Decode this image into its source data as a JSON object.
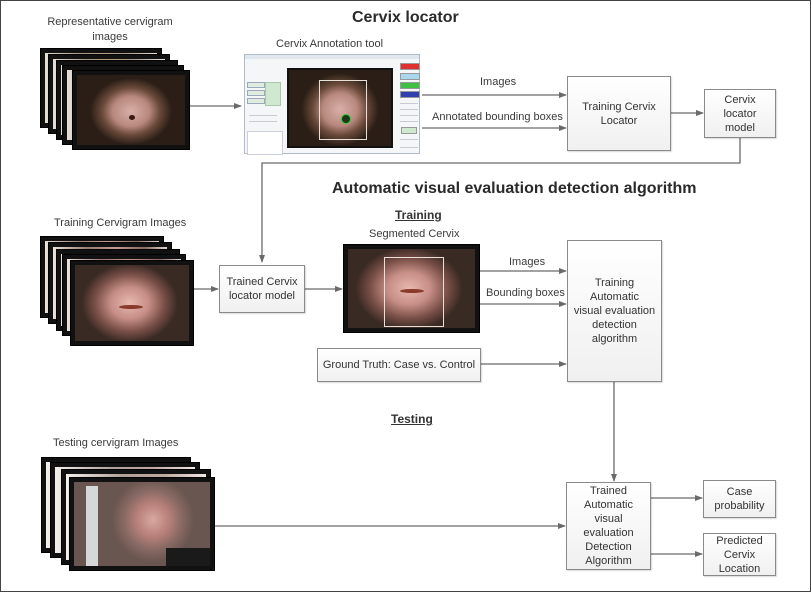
{
  "sections": {
    "cervix_locator_title": "Cervix locator",
    "avede_title": "Automatic visual evaluation  detection algorithm",
    "training_label": "Training",
    "testing_label": "Testing"
  },
  "images": {
    "representative": "Representative cervigram\nimages",
    "annotation_tool": "Cervix Annotation tool",
    "training_cervigram": "Training Cervigram Images",
    "segmented_cervix": "Segmented Cervix",
    "testing_cervigram": "Testing cervigram Images"
  },
  "boxes": {
    "training_cervix_locator": "Training Cervix\nLocator",
    "cervix_locator_model": "Cervix\nlocator\nmodel",
    "trained_cervix_locator_model": "Trained Cervix\nlocator model",
    "training_ave_algorithm": "Training Automatic\nvisual evaluation\ndetection\nalgorithm",
    "ground_truth": "Ground Truth: Case vs. Control",
    "trained_ave_algorithm": "Trained\nAutomatic\nvisual\nevaluation\nDetection\nAlgorithm",
    "case_probability": "Case\nprobability",
    "predicted_cervix_location": "Predicted\nCervix\nLocation"
  },
  "edges": {
    "images_1": "Images",
    "annotated_bounding_boxes": "Annotated bounding boxes",
    "images_2": "Images",
    "bounding_boxes": "Bounding boxes"
  },
  "colors": {
    "line": "#6a6a6a",
    "box_border": "#8a8a8a",
    "tool_red": "#e03030",
    "tool_cyan": "#a8d8f0",
    "tool_green": "#40c040",
    "tool_blue": "#3040b0"
  }
}
